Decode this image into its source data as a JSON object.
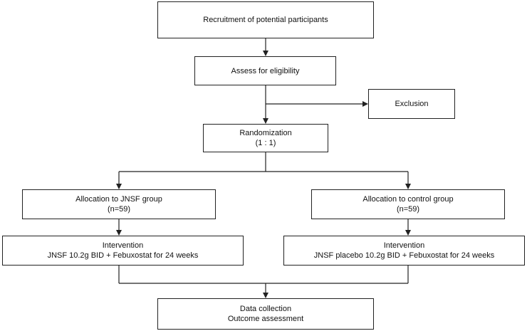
{
  "boxes": {
    "recruitment": {
      "line1": "Recruitment of potential participants"
    },
    "assess": {
      "line1": "Assess for eligibility"
    },
    "exclusion": {
      "line1": "Exclusion"
    },
    "randomization": {
      "line1": "Randomization",
      "line2": "(1 : 1)"
    },
    "allocation_jnsf": {
      "line1": "Allocation to JNSF group",
      "line2": "(n=59)"
    },
    "allocation_control": {
      "line1": "Allocation to control group",
      "line2": "(n=59)"
    },
    "intervention_jnsf": {
      "line1": "Intervention",
      "line2": "JNSF 10.2g BID + Febuxostat for 24 weeks"
    },
    "intervention_control": {
      "line1": "Intervention",
      "line2": "JNSF placebo 10.2g BID + Febuxostat for 24 weeks"
    },
    "data_collection": {
      "line1": "Data collection",
      "line2": "Outcome assessment"
    }
  },
  "colors": {
    "stroke": "#222222",
    "background": "#ffffff",
    "text": "#111111"
  }
}
